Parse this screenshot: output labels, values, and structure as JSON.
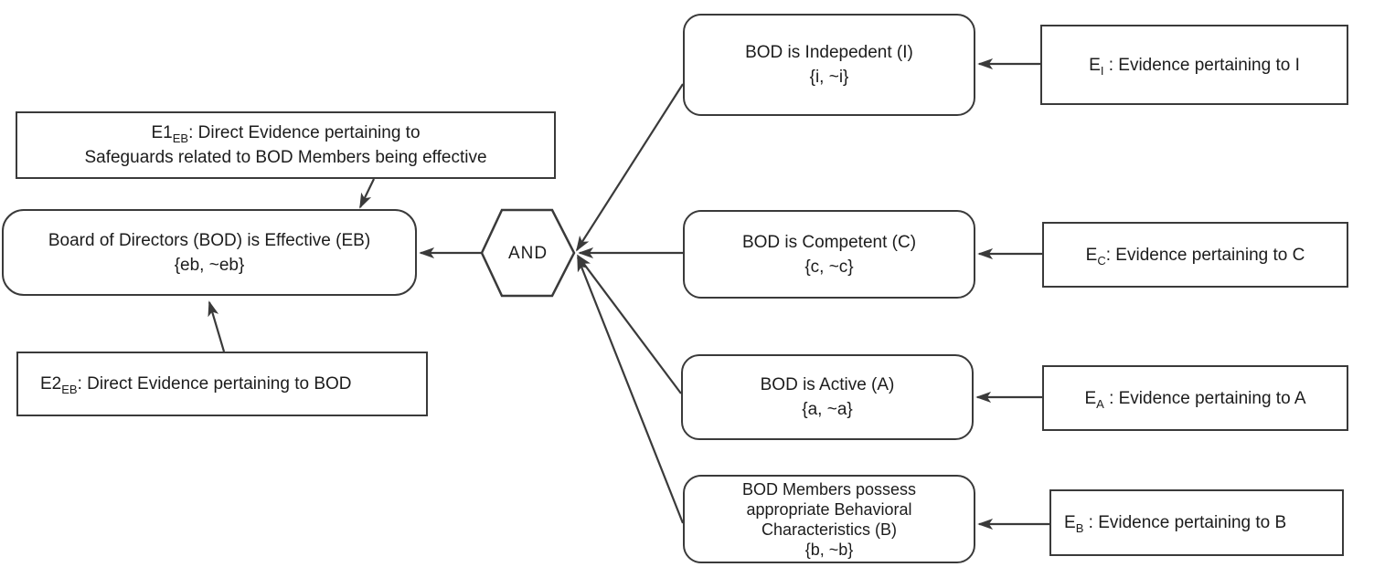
{
  "colors": {
    "stroke": "#3a3a3a",
    "text": "#1c1c1c",
    "background": "#ffffff"
  },
  "gate": {
    "label": "AND"
  },
  "main_node": {
    "title": "Board of Directors (BOD) is Effective (EB)",
    "states": "{eb, ~eb}"
  },
  "left_evidence": {
    "e1": {
      "id": "E1",
      "sub": "EB",
      "rest": ": Direct Evidence pertaining to",
      "line2": "Safeguards related to BOD Members being effective"
    },
    "e2": {
      "id": "E2",
      "sub": "EB",
      "rest": ": Direct Evidence pertaining to BOD"
    }
  },
  "attribute_nodes": {
    "independent": {
      "title": "BOD is Indepedent (I)",
      "states": "{i, ~i}"
    },
    "competent": {
      "title": "BOD is Competent (C)",
      "states": "{c, ~c}"
    },
    "active": {
      "title": "BOD is Active (A)",
      "states": "{a, ~a}"
    },
    "behavioral": {
      "title_line1": "BOD Members possess",
      "title_line2": "appropriate Behavioral",
      "title_line3": "Characteristics (B)",
      "states": "{b, ~b}"
    }
  },
  "right_evidence": {
    "i": {
      "id": "E",
      "sub": "I",
      "rest": " : Evidence pertaining to I"
    },
    "c": {
      "id": "E",
      "sub": "C",
      "rest": ": Evidence pertaining to C"
    },
    "a": {
      "id": "E",
      "sub": "A",
      "rest": " : Evidence pertaining to A"
    },
    "b": {
      "id": "E",
      "sub": "B",
      "rest": " : Evidence pertaining to B"
    }
  }
}
